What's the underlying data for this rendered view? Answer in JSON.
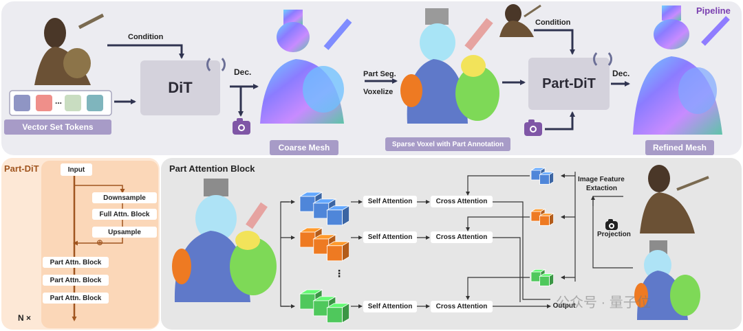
{
  "top": {
    "pipeline_label": "Pipeline",
    "condition_1": "Condition",
    "dit_label": "DiT",
    "dec_1": "Dec.",
    "token_ellipsis": "...",
    "vector_set_tokens": "Vector Set Tokens",
    "coarse_mesh": "Coarse Mesh",
    "part_seg": "Part Seg.",
    "voxelize": "Voxelize",
    "sparse_voxel": "Sparse Voxel with Part Annotation",
    "condition_2": "Condition",
    "part_dit_label": "Part-DiT",
    "dec_2": "Dec.",
    "refined_mesh": "Refined Mesh"
  },
  "left": {
    "title": "Part-DiT",
    "input": "Input",
    "downsample": "Downsample",
    "full_attn": "Full Attn. Block",
    "upsample": "Upsample",
    "plus": "⊕",
    "blocks": [
      "Part Attn. Block",
      "Part Attn. Block",
      "Part Attn. Block"
    ],
    "repeat": "N ×"
  },
  "right": {
    "title": "Part Attention Block",
    "self_attention": [
      "Self Attention",
      "Self Attention",
      "Self Attention"
    ],
    "cross_attention": [
      "Cross Attention",
      "Cross Attention",
      "Cross Attention"
    ],
    "ellipsis": "⋮",
    "image_feature": "Image Feature",
    "extraction": "Extaction",
    "projection": "Projection",
    "output": "Output"
  },
  "watermark": "公众号 · 量子位",
  "colors": {
    "purple_accent": "#7a3fb0",
    "pill_purple": "#a79bc7",
    "cube_blue": "#4f86d9",
    "cube_orange": "#ee7a22",
    "cube_green": "#4fc85c",
    "left_panel": "#fde8d6",
    "left_inner": "#fbd7b8",
    "right_panel": "#e6e6e6",
    "top_panel": "#ececf1"
  }
}
